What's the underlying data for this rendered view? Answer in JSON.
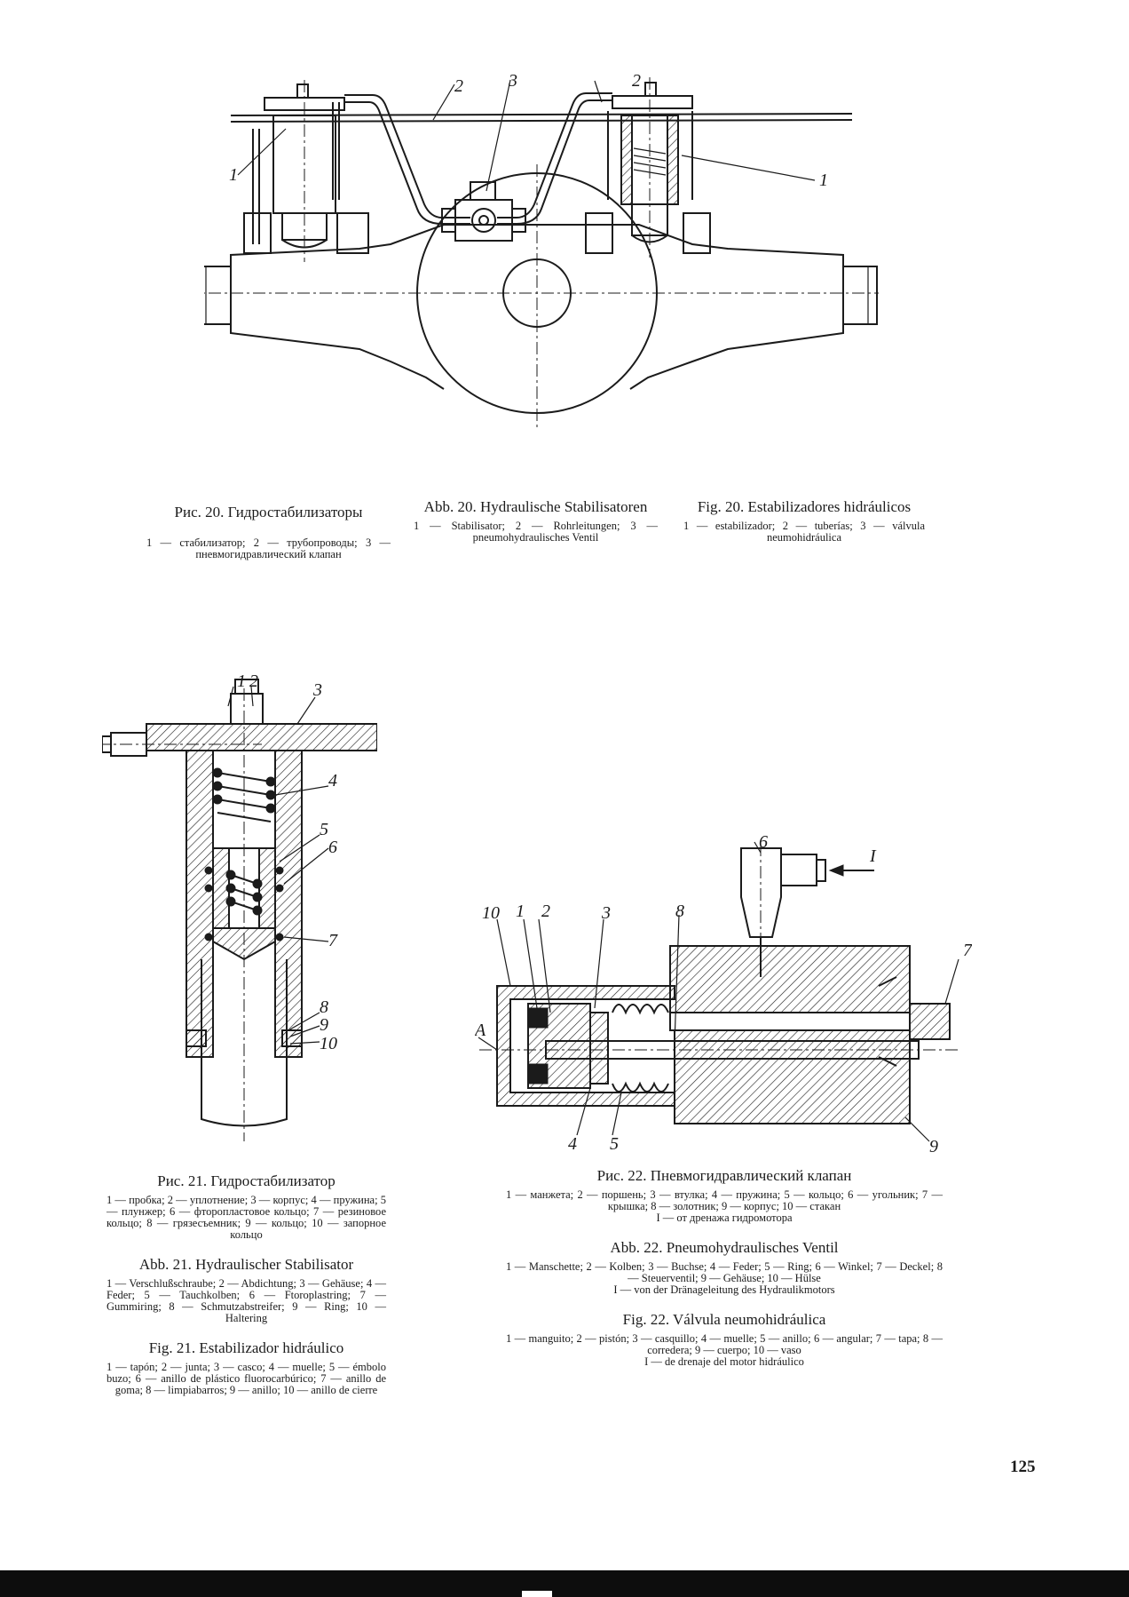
{
  "fig20": {
    "callouts": [
      "1",
      "2",
      "3",
      "2",
      "1"
    ],
    "ru": {
      "title": "Рис. 20. Гидростабилизаторы",
      "legend": "1 — стабилизатор; 2 — трубопроводы; 3 — пневмогидравлический клапан"
    },
    "de": {
      "title": "Abb. 20. Hydraulische Stabilisatoren",
      "legend": "1 — Stabilisator; 2 — Rohrleitungen; 3 — pneumohydraulisches Ventil"
    },
    "es": {
      "title": "Fig. 20. Estabilizadores hidráulicos",
      "legend": "1 — estabilizador; 2 — tuberías; 3 — válvula neumohidráulica"
    }
  },
  "fig21": {
    "callouts": [
      "1",
      "2",
      "3",
      "4",
      "5",
      "6",
      "7",
      "8",
      "9",
      "10"
    ],
    "ru": {
      "title": "Рис. 21. Гидростабилизатор",
      "legend": "1 — пробка; 2 — уплотнение; 3 — корпус; 4 — пружина; 5 — плунжер; 6 — фторопластовое кольцо; 7 — резиновое кольцо; 8 — грязесъемник; 9 — кольцо; 10 — запорное кольцо"
    },
    "de": {
      "title": "Abb. 21. Hydraulischer Stabilisator",
      "legend": "1 — Verschlußschraube; 2 — Abdichtung; 3 — Gehäuse; 4 — Feder; 5 — Tauchkolben; 6 — Ftoroplastring; 7 — Gummiring; 8 — Schmutzabstreifer; 9 — Ring; 10 — Haltering"
    },
    "es": {
      "title": "Fig. 21. Estabilizador hidráulico",
      "legend": "1 — tapón; 2 — junta; 3 — casco; 4 — muelle; 5 — émbolo buzo; 6 — anillo de plástico fluorocarbúrico; 7 — anillo de goma; 8 — limpiabarros; 9 — anillo; 10 — anillo de cierre"
    }
  },
  "fig22": {
    "callouts": [
      "6",
      "I",
      "10",
      "1",
      "2",
      "3",
      "8",
      "7",
      "A",
      "4",
      "5",
      "9"
    ],
    "ru": {
      "title": "Рис. 22. Пневмогидравлический клапан",
      "legend": "1 — манжета; 2 — поршень; 3 — втулка; 4 — пружина; 5 — кольцо; 6 — угольник; 7 — крышка; 8 — золотник; 9 — корпус; 10 — стакан",
      "note": "I — от дренажа гидромотора"
    },
    "de": {
      "title": "Abb. 22. Pneumohydraulisches Ventil",
      "legend": "1 — Manschette; 2 — Kolben; 3 — Buchse; 4 — Feder; 5 — Ring; 6 — Winkel; 7 — Deckel; 8 — Steuerventil; 9 — Gehäuse; 10 — Hülse",
      "note": "I — von der Dränageleitung des Hydraulikmotors"
    },
    "es": {
      "title": "Fig. 22. Válvula neumohidráulica",
      "legend": "1 — manguito; 2 — pistón; 3 — casquillo; 4 — muelle; 5 — anillo; 6 — angular; 7 — tapa; 8 — corredera; 9 — cuerpo; 10 — vaso",
      "note": "I — de drenaje del motor hidráulico"
    }
  },
  "page_number": "125"
}
